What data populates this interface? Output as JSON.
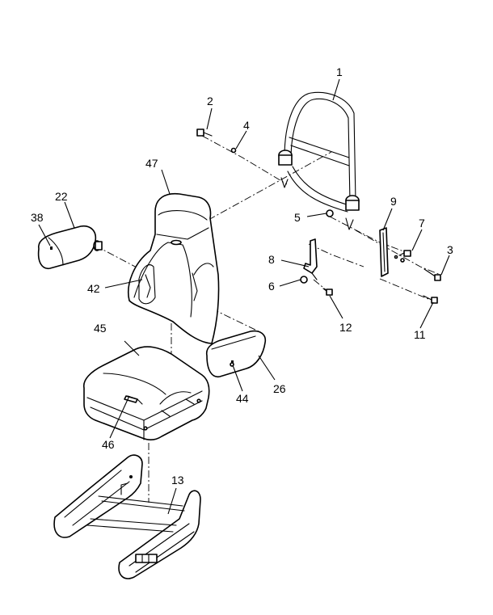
{
  "callouts": [
    {
      "key": "c1",
      "label": "1"
    },
    {
      "key": "c2",
      "label": "2"
    },
    {
      "key": "c3",
      "label": "3"
    },
    {
      "key": "c4",
      "label": "4"
    },
    {
      "key": "c5",
      "label": "5"
    },
    {
      "key": "c6",
      "label": "6"
    },
    {
      "key": "c7",
      "label": "7"
    },
    {
      "key": "c8",
      "label": "8"
    },
    {
      "key": "c9",
      "label": "9"
    },
    {
      "key": "c11",
      "label": "11"
    },
    {
      "key": "c12",
      "label": "12"
    },
    {
      "key": "c13",
      "label": "13"
    },
    {
      "key": "c22",
      "label": "22"
    },
    {
      "key": "c26",
      "label": "26"
    },
    {
      "key": "c38",
      "label": "38"
    },
    {
      "key": "c42",
      "label": "42"
    },
    {
      "key": "c44",
      "label": "44"
    },
    {
      "key": "c45",
      "label": "45"
    },
    {
      "key": "c46",
      "label": "46"
    },
    {
      "key": "c47",
      "label": "47"
    }
  ]
}
